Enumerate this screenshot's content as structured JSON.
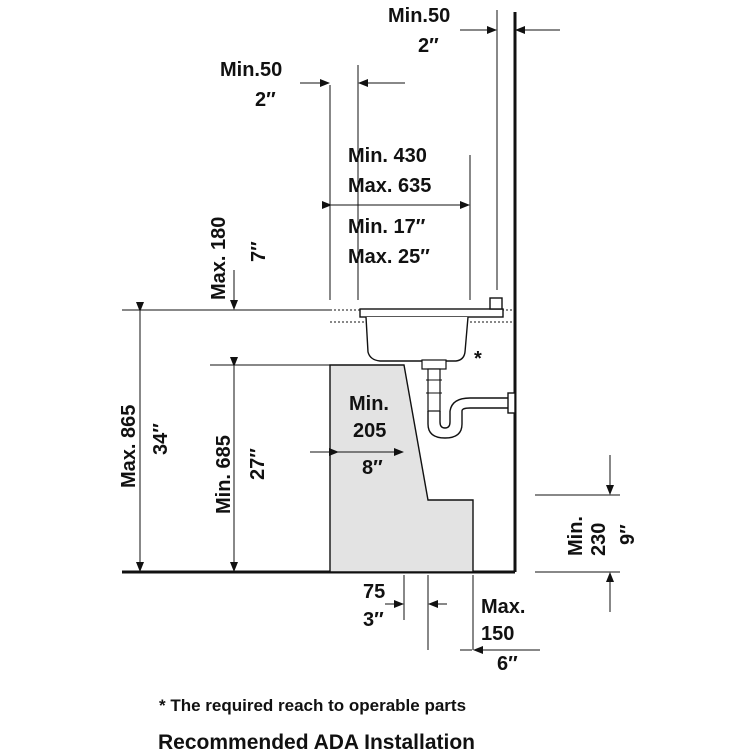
{
  "dimensions": {
    "wall_clearance_min_mm": "Min.50",
    "wall_clearance_min_in": "2″",
    "front_clearance_min_mm": "Min.50",
    "front_clearance_min_in": "2″",
    "reach_depth_min_mm": "Min. 430",
    "reach_depth_max_mm": "Max. 635",
    "reach_depth_min_in": "Min. 17″",
    "reach_depth_max_in": "Max. 25″",
    "top_clearance_max_mm": "Max. 180",
    "top_clearance_max_in": "7″",
    "rim_height_max_mm": "Max. 865",
    "rim_height_max_in": "34″",
    "knee_height_min_mm": "Min. 685",
    "knee_height_min_in": "27″",
    "knee_depth_min_mm_line1": "Min.",
    "knee_depth_min_mm_line2": "205",
    "knee_depth_min_in": "8″",
    "toe_height_min_mm_line1": "Min.",
    "toe_height_min_mm_line2": "230",
    "toe_height_min_in": "9″",
    "toe_offset_mm": "75",
    "toe_offset_in": "3″",
    "toe_depth_max_mm_line1": "Max.",
    "toe_depth_max_mm_line2": "150",
    "toe_depth_max_in": "6″"
  },
  "asterisk_mark": "*",
  "footnote": "* The required reach to operable parts",
  "caption": "Recommended ADA Installation"
}
